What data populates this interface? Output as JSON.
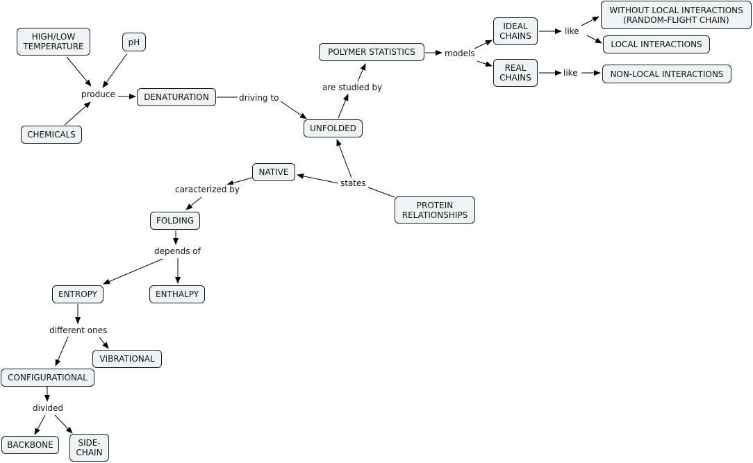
{
  "concepts": {
    "high_low_temperature": "HIGH/LOW\nTEMPERATURE",
    "ph": "pH",
    "chemicals": "CHEMICALS",
    "denaturation": "DENATURATION",
    "unfolded": "UNFOLDED",
    "polymer_statistics": "POLYMER STATISTICS",
    "ideal_chains": "IDEAL\nCHAINS",
    "real_chains": "REAL\nCHAINS",
    "without_local": "WITHOUT LOCAL INTERACTIONS\n(RANDOM-FLIGHT CHAIN)",
    "local_interactions": "LOCAL INTERACTIONS",
    "non_local_interactions": "NON-LOCAL INTERACTIONS",
    "native": "NATIVE",
    "protein_relationships": "PROTEIN\nRELATIONSHIPS",
    "folding": "FOLDING",
    "entropy": "ENTROPY",
    "enthalpy": "ENTHALPY",
    "vibrational": "VIBRATIONAL",
    "configurational": "CONFIGURATIONAL",
    "backbone": "BACKBONE",
    "side_chain": "SIDE-\nCHAIN"
  },
  "links": {
    "produce": "produce",
    "driving_to": "driving to",
    "are_studied_by": "are studied by",
    "models": "models",
    "like_ideal": "like",
    "like_real": "like",
    "states": "states",
    "caracterized_by": "caracterized by",
    "depends_of": "depends of",
    "different_ones": "different ones",
    "divided": "divided"
  },
  "colors": {
    "node_fill": "#eef3f5",
    "node_border": "#1a1a1a",
    "line": "#000000"
  }
}
